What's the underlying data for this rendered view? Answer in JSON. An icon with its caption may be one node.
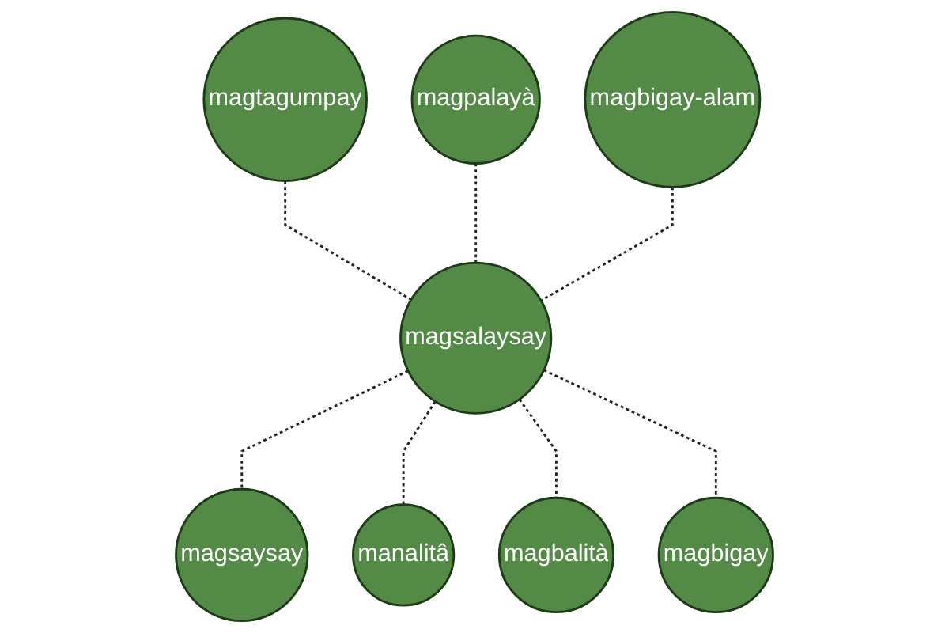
{
  "diagram": {
    "nodes": [
      {
        "text": [
          "magtagumpay"
        ]
      },
      {
        "text": [
          "magpalayà"
        ]
      },
      {
        "text": [
          "magbigay-alam"
        ]
      },
      {
        "text": [
          "magsalaysay"
        ]
      },
      {
        "text": [
          "magsaysay"
        ]
      },
      {
        "text": [
          "magbigay"
        ]
      },
      {
        "text": [
          "manalitâ"
        ]
      },
      {
        "text": [
          "magbalità"
        ]
      }
    ],
    "edges": [
      {
        "from": 0,
        "to": 3,
        "arrow": "none",
        "style": "dashed"
      },
      {
        "from": 1,
        "to": 3,
        "arrow": "none",
        "style": "dashed"
      },
      {
        "from": 2,
        "to": 3,
        "arrow": "none",
        "style": "dashed"
      },
      {
        "from": 3,
        "to": 4,
        "arrow": "none",
        "style": "dashed"
      },
      {
        "from": 3,
        "to": 6,
        "arrow": "none",
        "style": "dashed"
      },
      {
        "from": 3,
        "to": 7,
        "arrow": "none",
        "style": "dashed"
      },
      {
        "from": 3,
        "to": 5,
        "arrow": "none",
        "style": "dashed"
      }
    ]
  }
}
